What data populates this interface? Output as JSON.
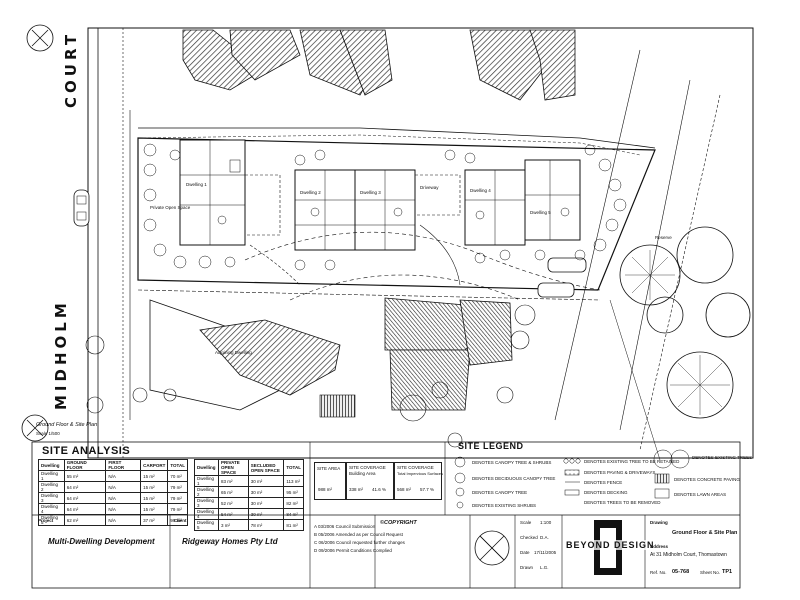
{
  "streets": {
    "court": "COURT",
    "midholm": "MIDHOLM"
  },
  "site_plan": {
    "label_left": "Ground Floor & Site Plan",
    "scale": "Scale 1/500",
    "dwellings": [
      "Dwelling 1",
      "Dwelling 2",
      "Dwelling 3",
      "Dwelling 4",
      "Dwelling 5"
    ],
    "private_open_space": "Private Open Space",
    "driveway": "Driveway",
    "neighbours": "Adjoining Dwelling",
    "reserve": "Reserve"
  },
  "site_analysis": {
    "title": "SITE ANALYSIS",
    "table1": {
      "headers": [
        "Dwelling",
        "GROUND FLOOR",
        "FIRST FLOOR",
        "CARPORT",
        "TOTAL"
      ],
      "rows": [
        [
          "Dwelling 1",
          "55 m²",
          "N/A",
          "15 m²",
          "70 m²"
        ],
        [
          "Dwelling 2",
          "64 m²",
          "N/A",
          "15 m²",
          "79 m²"
        ],
        [
          "Dwelling 3",
          "64 m²",
          "N/A",
          "15 m²",
          "79 m²"
        ],
        [
          "Dwelling 4",
          "64 m²",
          "N/A",
          "15 m²",
          "79 m²"
        ],
        [
          "Dwelling 5",
          "62 m²",
          "N/A",
          "37 m²",
          "99 m²"
        ]
      ]
    },
    "table2": {
      "headers": [
        "Dwelling",
        "PRIVATE OPEN SPACE",
        "SECLUDED OPEN SPACE",
        "TOTAL"
      ],
      "rows": [
        [
          "Dwelling 1",
          "83 m²",
          "30 m²",
          "113 m²"
        ],
        [
          "Dwelling 2",
          "65 m²",
          "30 m²",
          "95 m²"
        ],
        [
          "Dwelling 3",
          "52 m²",
          "30 m²",
          "82 m²"
        ],
        [
          "Dwelling 4",
          "54 m²",
          "30 m²",
          "84 m²"
        ],
        [
          "Dwelling 5",
          "3 m²",
          "78 m²",
          "81 m²"
        ]
      ]
    },
    "site_area": {
      "label": "SITE AREA",
      "value": "988 m²"
    },
    "site_coverage": {
      "label": "SITE COVERAGE",
      "sub": "Building Area",
      "value": "338 m²",
      "pct": "41.6 %"
    },
    "site_coverage2": {
      "label": "SITE COVERAGE",
      "sub": "Total Impervious Surfaces",
      "value": "568 m²",
      "pct": "57.7 %"
    }
  },
  "legend": {
    "title": "SITE LEGEND",
    "items": [
      "DENOTES CANOPY TREE & SHRUBS",
      "DENOTES DECIDUOUS CANOPY TREE",
      "DENOTES CANOPY TREE",
      "DENOTES EXISTING SHRUBS",
      "DENOTES EXISTING TREE TO BE RETAINED",
      "DENOTES PAVING & DRIVEWAYS",
      "DENOTES FENCE",
      "DENOTES DECKING",
      "DENOTES TREES TO BE REMOVED",
      "DENOTES EXISTING TREES",
      "DENOTES CONCRETE PAVING",
      "DENOTES LAWN AREAS"
    ]
  },
  "title_block": {
    "project_label": "Project",
    "project": "Multi-Dwelling Development",
    "client_label": "Client",
    "client": "Ridgeway Homes Pty Ltd",
    "copyright_title": "©COPYRIGHT",
    "firm": "BEYOND DESIGN",
    "drawing_label": "Drawing",
    "drawing": "Ground Floor & Site Plan",
    "address_label": "Address",
    "address": "At 31 Midholm Court, Thomastown",
    "ref_label": "Ref. No.",
    "ref": "05-768",
    "sheet_label": "Sheet No.",
    "sheet": "TP1",
    "scale_label": "Scale",
    "scale": "1:100",
    "checked_label": "Checked",
    "checked": "D.A.",
    "date_label": "Date",
    "date": "17/11/2005",
    "drawn_label": "Drawn",
    "drawn": "L.G."
  },
  "revisions": [
    [
      "A",
      "03/2006",
      "Council Submission"
    ],
    [
      "B",
      "05/2006",
      "Amended as per Council Request"
    ],
    [
      "C",
      "06/2006",
      "Council requested further changes"
    ],
    [
      "D",
      "09/2006",
      "Permit Conditions Complied"
    ]
  ]
}
